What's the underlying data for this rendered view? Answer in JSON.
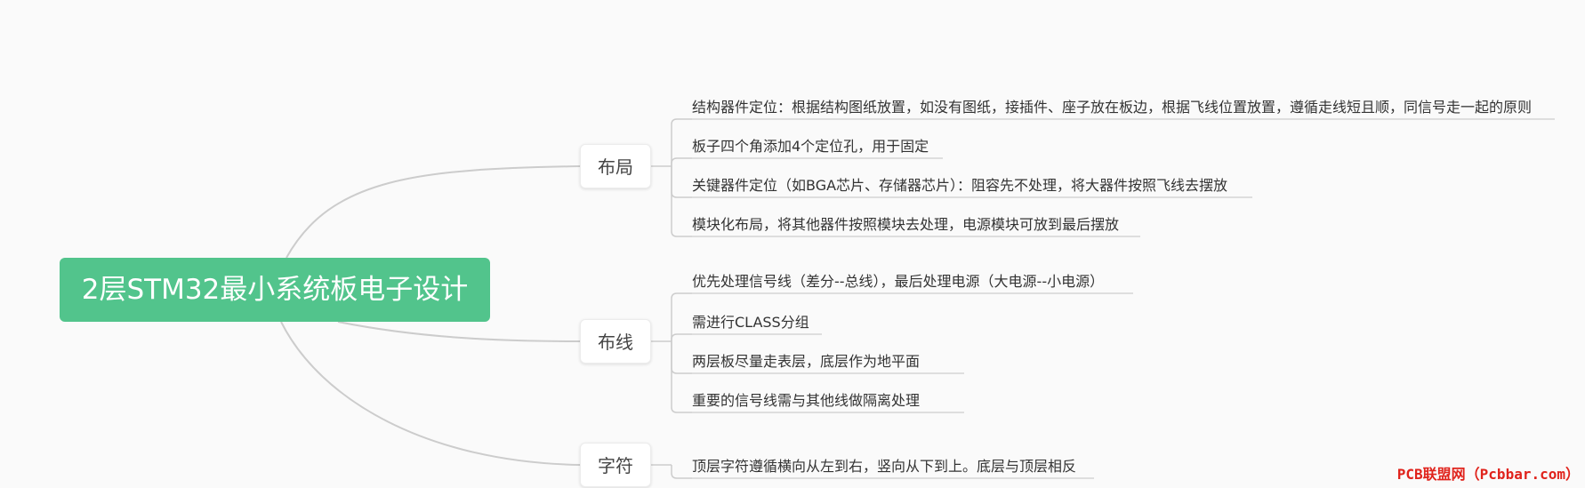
{
  "root": {
    "label": "2层STM32最小系统板电子设计"
  },
  "branches": [
    {
      "label": "布局",
      "items": [
        "结构器件定位：根据结构图纸放置，如没有图纸，接插件、座子放在板边，根据飞线位置放置，遵循走线短且顺，同信号走一起的原则",
        "板子四个角添加4个定位孔，用于固定",
        "关键器件定位（如BGA芯片、存储器芯片）：阻容先不处理，将大器件按照飞线去摆放",
        "模块化布局，将其他器件按照模块去处理，电源模块可放到最后摆放"
      ]
    },
    {
      "label": "布线",
      "items": [
        "优先处理信号线（差分--总线），最后处理电源（大电源--小电源）",
        "需进行CLASS分组",
        "两层板尽量走表层，底层作为地平面",
        "重要的信号线需与其他线做隔离处理"
      ]
    },
    {
      "label": "字符",
      "items": [
        "顶层字符遵循横向从左到右，竖向从下到上。底层与顶层相反"
      ]
    }
  ],
  "watermark": "PCB联盟网（Pcbbar.com）",
  "colors": {
    "root_fill": "#52c48c",
    "connector": "#cccccc",
    "leaf_underline": "#d4d4d4",
    "watermark": "#e0231c"
  }
}
